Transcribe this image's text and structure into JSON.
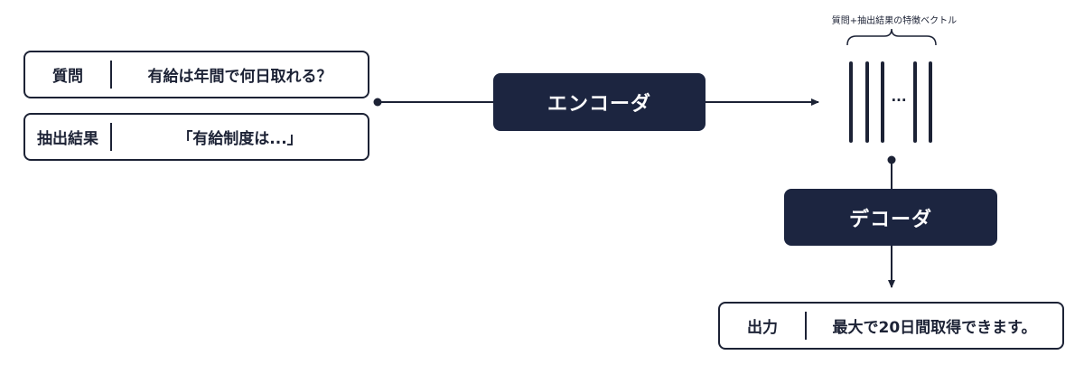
{
  "input": {
    "question_label": "質問",
    "question_value": "有給は年間で何日取れる？",
    "extract_label": "抽出結果",
    "extract_value": "「有給制度は...」"
  },
  "encoder": {
    "label": "エンコーダ"
  },
  "vectors": {
    "caption": "質問+抽出結果の特徴ベクトル",
    "ellipsis": "..."
  },
  "decoder": {
    "label": "デコーダ"
  },
  "output": {
    "label": "出力",
    "value": "最大で20日間取得できます。"
  },
  "colors": {
    "ink": "#1c2235",
    "block": "#1c2540"
  }
}
